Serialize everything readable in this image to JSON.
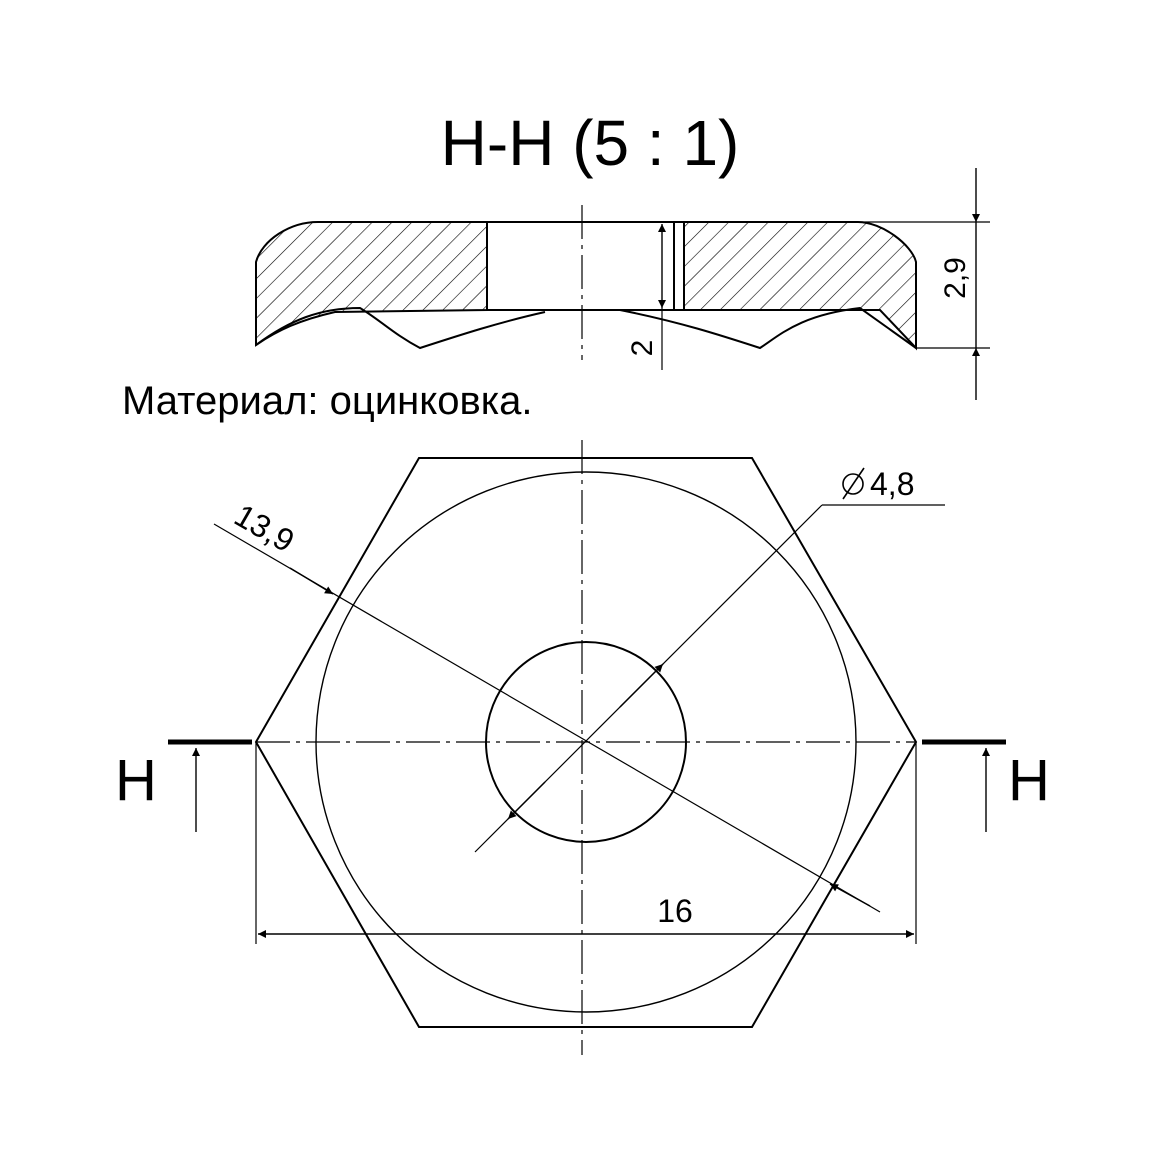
{
  "section": {
    "title": "Н-Н (5 : 1)",
    "dims": {
      "thickness": "2,9",
      "hole_depth": "2"
    }
  },
  "material_note": "Материал: оцинковка.",
  "plan": {
    "dims": {
      "hole_diameter": "4,8",
      "circle_diameter": "13,9",
      "across_corners": "16"
    },
    "cut_marks": {
      "left": "Н",
      "right": "Н"
    }
  },
  "symbols": {
    "diameter": "diameter-symbol"
  }
}
